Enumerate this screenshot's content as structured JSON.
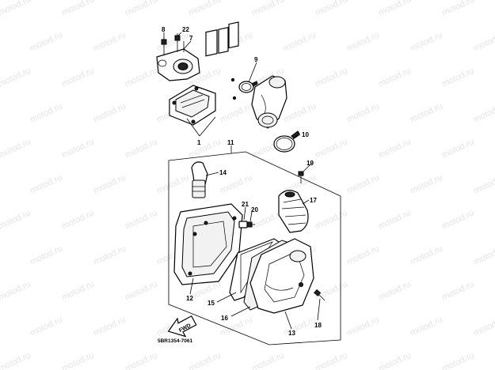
{
  "watermark": {
    "text": "motod.ru"
  },
  "callouts": {
    "c1": "1",
    "c7": "7",
    "c8": "8",
    "c9": "9",
    "c10": "10",
    "c11": "11",
    "c12": "12",
    "c13": "13",
    "c14": "14",
    "c15": "15",
    "c16": "16",
    "c17": "17",
    "c18": "18",
    "c19": "19",
    "c20": "20",
    "c21": "21",
    "c22": "22"
  },
  "arrow_label": "FWD",
  "diagram_code": "5BR1354-7061"
}
